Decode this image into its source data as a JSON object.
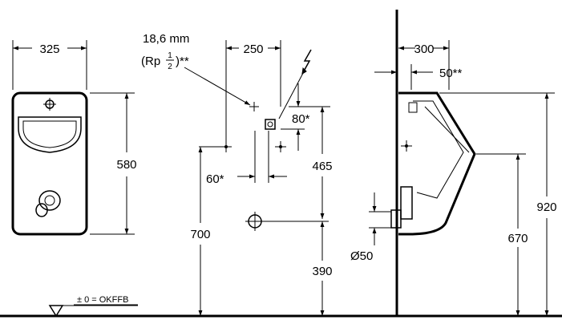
{
  "front_view": {
    "width_label": "325",
    "height_label": "580"
  },
  "installation": {
    "pipe_size_line1": "18,6 mm",
    "pipe_size_line2_prefix": "(Rp ",
    "pipe_size_fraction_num": "1",
    "pipe_size_fraction_den": "2",
    "pipe_size_line2_suffix": ")**",
    "spacing_label": "250",
    "offset_80_label": "80*",
    "offset_60_label": "60*",
    "height_465_label": "465",
    "height_700_label": "700",
    "height_390_label": "390",
    "floor_label": "± 0 = OKFFB"
  },
  "side_view": {
    "depth_label": "300",
    "offset_label": "50**",
    "height_920_label": "920",
    "height_670_label": "670",
    "diameter_label": "Ø50"
  }
}
